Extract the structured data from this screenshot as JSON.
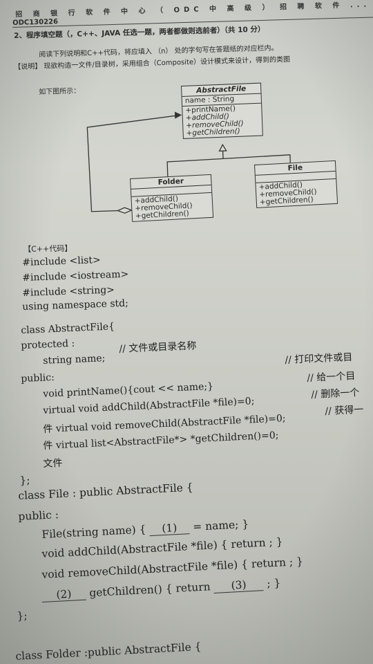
{
  "header": {
    "org_line": "招 商 银 行 软 件 中 心 （ ODC 中 高 级 ） 招 聘 软 件 ...",
    "code": "ODC130226"
  },
  "question": {
    "title": "2、程序填空题（，C++、JAVA 任选一题，两者都做则选前者）（共 10 分）",
    "instruction": "阅读下列说明和C++代码，将应填入 （n） 处的字句写在答题纸的对应栏内。",
    "explain": "【说明】 现欲构造一文件/目录树，采用组合（Composite）设计模式来设计，得到的类图",
    "explain2": "如下图所示："
  },
  "uml": {
    "abstract": {
      "name": "AbstractFile",
      "attrs": [
        "name : String"
      ],
      "methods": [
        "+printName()",
        "+addChild()",
        "+removeChild()",
        "+getChildren()"
      ]
    },
    "folder": {
      "name": "Folder",
      "methods": [
        "+addChild()",
        "+removeChild()",
        "+getChildren()"
      ]
    },
    "file": {
      "name": "File",
      "methods": [
        "+addChild()",
        "+removeChild()",
        "+getChildren()"
      ]
    }
  },
  "code": {
    "section_label": "【C++代码】",
    "lines": [
      "#include <list>",
      "#include <iostream>",
      "#include <string>",
      "using namespace std;",
      "class AbstractFile{",
      "protected :",
      "string name;",
      "//   文件或目录名称",
      "public:",
      "// 打印文件或目",
      "void printName(){cout << name;}",
      "// 给一个目",
      "virtual void addChild(AbstractFile      *file)=0;",
      "//  删除一个",
      "件 virtual void removeChild(AbstractFile *file)=0;",
      "// 获得一",
      "件 virtual list<AbstractFile*> *getChildren()=0;",
      "文件",
      "};",
      "class File : public AbstractFile {",
      "public :",
      "File(string name) {",
      "(1)",
      "= name; }",
      "void addChild(AbstractFile    *file) { return ; }",
      "void removeChild(AbstractFile *file) { return ; }",
      "(2)",
      "getChildren() { return",
      "(3)",
      "; }",
      "};",
      "class Folder :public AbstractFile {"
    ]
  }
}
